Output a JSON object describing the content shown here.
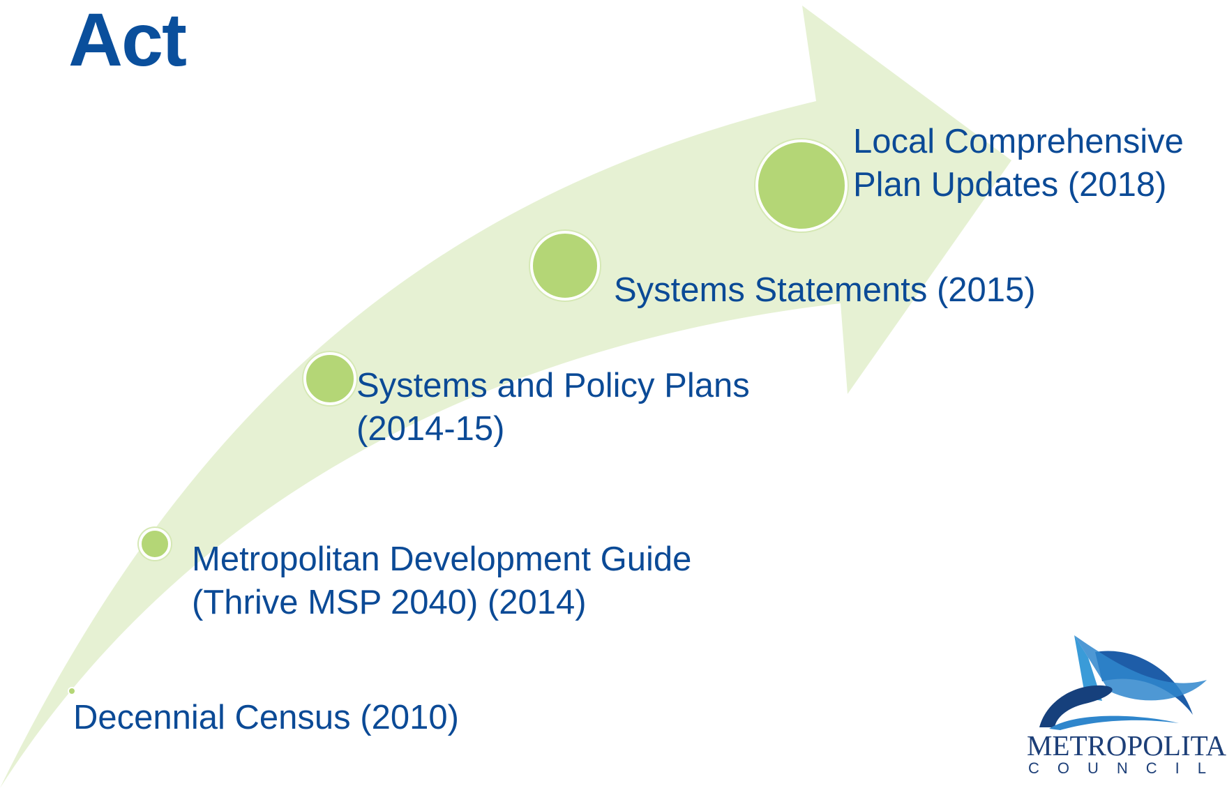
{
  "slide": {
    "title": "Act"
  },
  "timeline": {
    "arrow_color": "#e6f1d3",
    "marker_color": "#b4d676",
    "text_color": "#0b4a96",
    "steps": [
      {
        "lines": [
          "Decennial Census (2010)"
        ]
      },
      {
        "lines": [
          "Metropolitan Development Guide",
          "(Thrive MSP 2040) (2014)"
        ]
      },
      {
        "lines": [
          "Systems and Policy Plans",
          "(2014-15)"
        ]
      },
      {
        "lines": [
          "Systems Statements (2015)"
        ]
      },
      {
        "lines": [
          "Local Comprehensive",
          "Plan Updates (2018)"
        ]
      }
    ]
  },
  "logo": {
    "name": "METROPOLITAN",
    "sub": "COUNCIL"
  }
}
